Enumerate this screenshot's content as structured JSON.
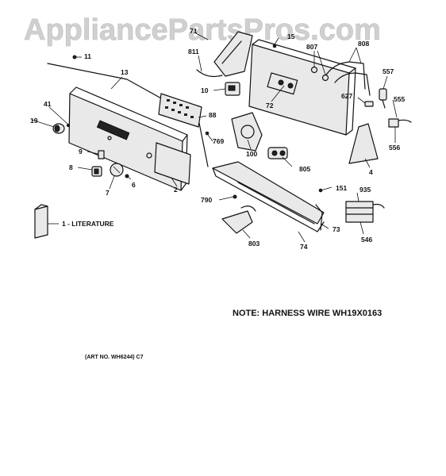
{
  "watermark": "AppliancePartsPros.com",
  "note": "NOTE: HARNESS WIRE WH19X0163",
  "art_no": "(ART NO. WH6244) C7",
  "literature_label": "1 - LITERATURE",
  "part_numbers": {
    "p71": "71",
    "p15": "15",
    "p808": "808",
    "p807": "807",
    "p811": "811",
    "p11": "11",
    "p13": "13",
    "p557": "557",
    "p10": "10",
    "p72": "72",
    "p627": "627",
    "p555": "555",
    "p41": "41",
    "p88": "88",
    "p19": "19",
    "p556": "556",
    "p769": "769",
    "p100": "100",
    "p4": "4",
    "p9": "9",
    "p805": "805",
    "p8": "8",
    "p6": "6",
    "p2": "2",
    "p7": "7",
    "p151": "151",
    "p935": "935",
    "p790": "790",
    "p73": "73",
    "p546": "546",
    "p803": "803",
    "p74": "74"
  }
}
